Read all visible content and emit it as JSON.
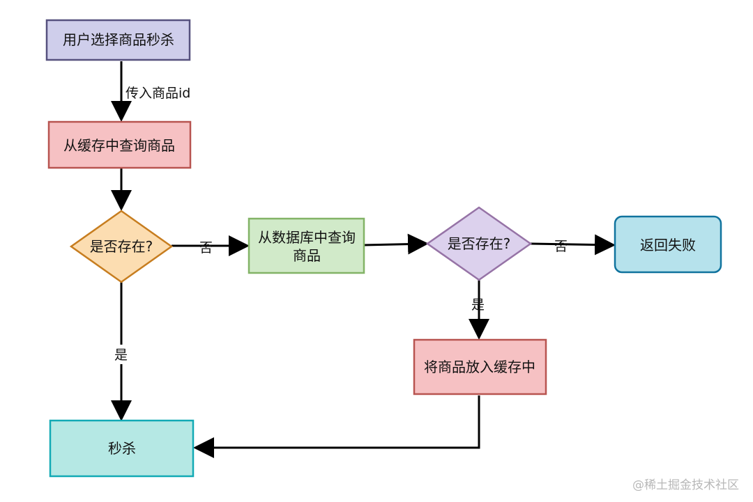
{
  "nodes": {
    "select": {
      "label": "用户选择商品秒杀",
      "fill": "#c7c5e8",
      "stroke": "#56517e"
    },
    "query_cache": {
      "label": "从缓存中查询商品",
      "fill": "#f4b6b8",
      "stroke": "#b85450"
    },
    "exists_cache": {
      "label": "是否存在?",
      "fill": "#fcd7a3",
      "stroke": "#c77d1f"
    },
    "query_db": {
      "line1": "从数据库中查询",
      "line2": "商品",
      "fill": "#c9e6c0",
      "stroke": "#82b366"
    },
    "exists_db": {
      "label": "是否存在?",
      "fill": "#d6c9ea",
      "stroke": "#9673a6"
    },
    "return_fail": {
      "label": "返回失败",
      "fill": "#a9dde9",
      "stroke": "#10739e"
    },
    "put_cache": {
      "label": "将商品放入缓存中",
      "fill": "#f4b6b8",
      "stroke": "#b85450"
    },
    "seckill": {
      "label": "秒杀",
      "fill": "#a8e4df",
      "stroke": "#12aab5"
    }
  },
  "edges": {
    "pass_id": "传入商品id",
    "no_1": "否",
    "yes_1": "是",
    "no_2": "否",
    "yes_2": "是"
  },
  "watermark": "@稀土掘金技术社区"
}
